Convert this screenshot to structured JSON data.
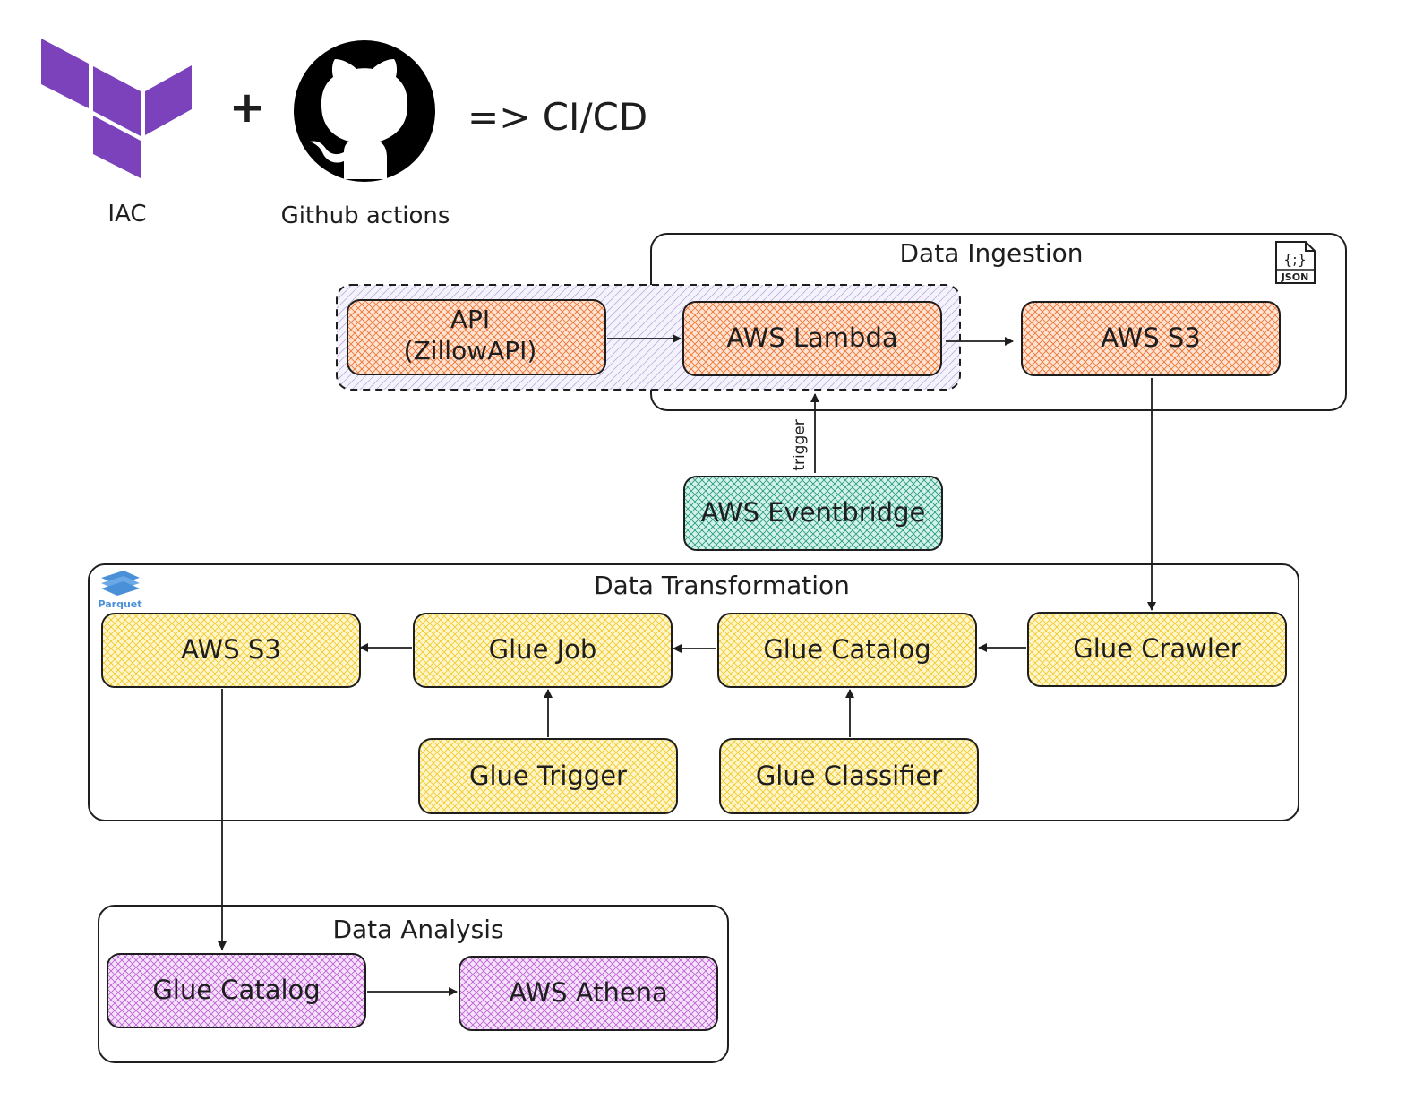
{
  "header": {
    "plus": "+",
    "cicd": "=> CI/CD",
    "iac_label": "IAC",
    "github_label": "Github actions"
  },
  "icons": {
    "terraform": "terraform-logo-icon",
    "github": "github-logo-icon",
    "json": "json-file-icon",
    "parquet": "parquet-logo-icon"
  },
  "icon_text": {
    "json_braces": "{;}",
    "json_word": "JSON",
    "parquet_word": "Parquet"
  },
  "colors": {
    "terraform": "#7b42bc",
    "ingestion": "#e8590c",
    "ingestion_fill": "#ffd8c2",
    "eventbridge": "#0c8a6a",
    "eventbridge_fill": "#c3f0e3",
    "transform": "#f0c419",
    "transform_fill": "#fff3bf",
    "analysis": "#ae3ec9",
    "analysis_fill": "#f0d9f7",
    "parquet": "#4a90d9"
  },
  "groups": {
    "ingestion": "Data Ingestion",
    "transformation": "Data Transformation",
    "analysis": "Data Analysis"
  },
  "nodes": {
    "api_line1": "API",
    "api_line2": "(ZillowAPI)",
    "lambda": "AWS Lambda",
    "s3_raw": "AWS S3",
    "eventbridge": "AWS Eventbridge",
    "glue_crawler": "Glue Crawler",
    "glue_catalog": "Glue Catalog",
    "glue_job": "Glue Job",
    "s3_parquet": "AWS S3",
    "glue_trigger": "Glue Trigger",
    "glue_classifier": "Glue Classifier",
    "analysis_catalog": "Glue Catalog",
    "athena": "AWS Athena"
  },
  "edges": {
    "trigger_label": "trigger"
  }
}
